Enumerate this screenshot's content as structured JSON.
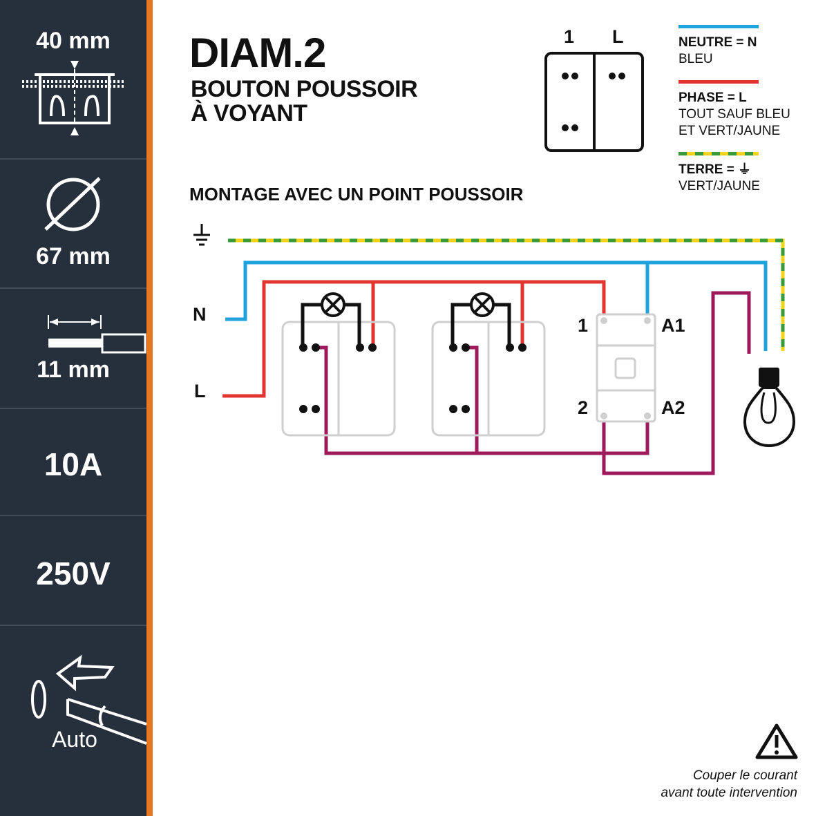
{
  "sidebar": {
    "box_depth": "40 mm",
    "diameter": "67 mm",
    "strip_length": "11 mm",
    "current": "10A",
    "voltage": "250V",
    "connection": "Auto"
  },
  "header": {
    "title": "DIAM.2",
    "subtitle_line1": "BOUTON POUSSOIR",
    "subtitle_line2": "À VOYANT"
  },
  "terminal_labels": {
    "left": "1",
    "right": "L"
  },
  "legend": {
    "neutral_title": "NEUTRE = N",
    "neutral_desc": "BLEU",
    "phase_title": "PHASE = L",
    "phase_desc_1": "TOUT SAUF BLEU",
    "phase_desc_2": "ET VERT/JAUNE",
    "earth_title": "TERRE = ⏚",
    "earth_desc": "VERT/JAUNE"
  },
  "diagram": {
    "section_title": "MONTAGE AVEC UN POINT POUSSOIR",
    "label_n": "N",
    "label_l": "L",
    "relay_1": "1",
    "relay_2": "2",
    "relay_a1": "A1",
    "relay_a2": "A2"
  },
  "warning": {
    "line1": "Couper le courant",
    "line2": "avant toute intervention"
  },
  "colors": {
    "neutral": "#1fa3dc",
    "phase": "#e2352f",
    "earth_green": "#3a9a3a",
    "earth_yellow": "#f2d21b",
    "load": "#9e1a5c",
    "sidebar": "#262f3c",
    "accent": "#e87722"
  }
}
